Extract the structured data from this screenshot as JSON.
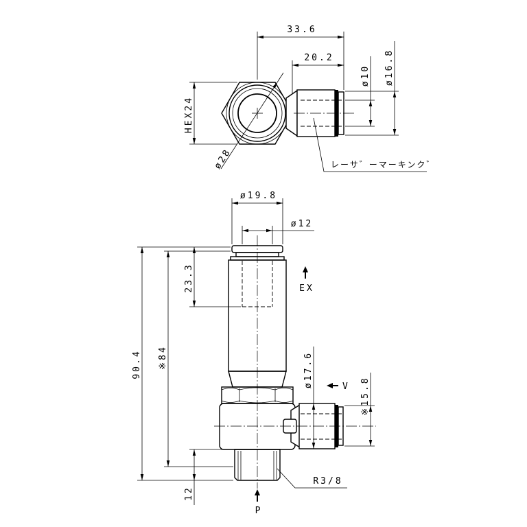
{
  "top_view": {
    "dim_overall_width": "33.6",
    "dim_port_offset": "20.2",
    "dim_tube_od": "ø10",
    "dim_port_od": "ø16.8",
    "dim_hex": "HEX24",
    "dim_chamfer_dia": "ø28",
    "note_laser_marking": "レーサ゛ーマーキンク゛"
  },
  "front_view": {
    "dim_cap_dia": "ø19.8",
    "dim_ex_port_dia": "ø12",
    "dim_ex_depth": "23.3",
    "dim_overall_height": "90.4",
    "dim_ref_height": "※84",
    "dim_side_port_dia": "ø17.6",
    "dim_side_port_ref": "※15.8",
    "dim_thread_length": "12",
    "thread_spec": "R3/8",
    "port_ex": "EX",
    "port_v": "V",
    "port_p": "P"
  },
  "colors": {
    "line": "#000000",
    "background": "#ffffff"
  }
}
